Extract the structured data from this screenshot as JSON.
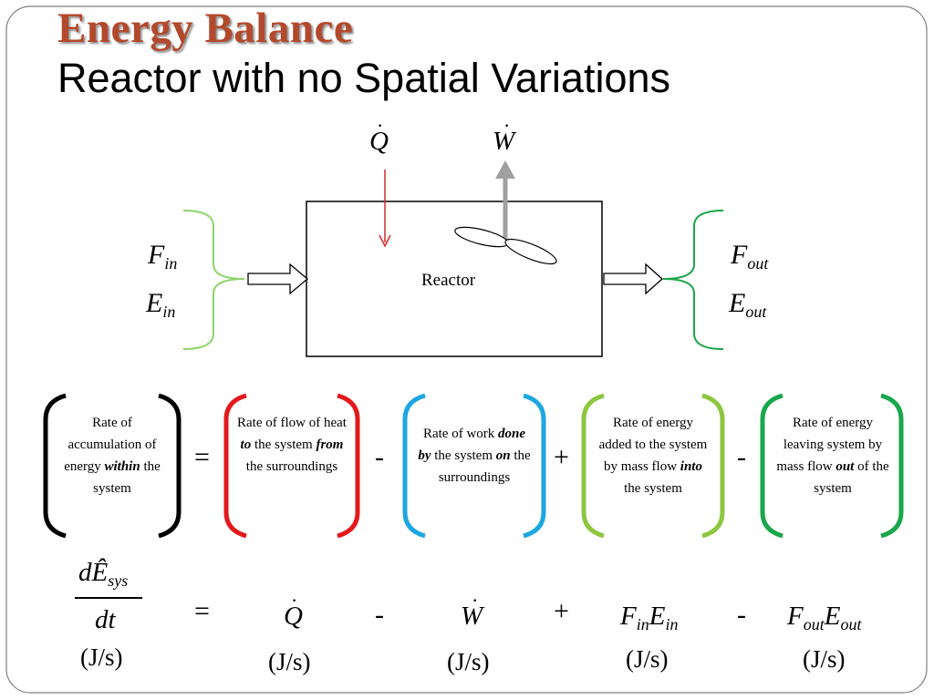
{
  "title": "Energy Balance",
  "subtitle": "Reactor with no Spatial Variations",
  "diagram": {
    "q_symbol": "Q",
    "w_symbol": "W",
    "reactor_label": "Reactor",
    "inlet": {
      "flow": "F",
      "flow_sub": "in",
      "energy": "E",
      "energy_sub": "in"
    },
    "outlet": {
      "flow": "F",
      "flow_sub": "out",
      "energy": "E",
      "energy_sub": "out"
    }
  },
  "terms": [
    {
      "pre": "Rate of accumulation of energy ",
      "em": "within",
      "post": " the system",
      "color": "#000000"
    },
    {
      "pre": "Rate of flow of heat ",
      "em": "to",
      "mid": " the system ",
      "em2": "from",
      "post": " the surroundings",
      "color": "#e3191b"
    },
    {
      "pre": "Rate of work ",
      "em": "done by",
      "mid": " the system ",
      "em2": "on",
      "post": " the surroundings",
      "color": "#1ea6e0"
    },
    {
      "pre": "Rate of energy added to the system by mass flow ",
      "em": "into",
      "post": " the system",
      "color": "#8dc63f"
    },
    {
      "pre": "Rate of energy leaving system by mass flow ",
      "em": "out",
      "post": " of the system",
      "color": "#1aa64a"
    }
  ],
  "operators": [
    "=",
    "-",
    "+",
    "-"
  ],
  "equation": {
    "lhs_num": "dÊ",
    "lhs_num_sub": "sys",
    "lhs_den": "dt",
    "eq": "=",
    "q": "Q",
    "minus1": "-",
    "w": "W",
    "plus": "+",
    "fin_f": "F",
    "fin_fsub": "in",
    "fin_e": "E",
    "fin_esub": "in",
    "minus2": "-",
    "fout_f": "F",
    "fout_fsub": "out",
    "fout_e": "E",
    "fout_esub": "out"
  },
  "units": [
    "(J/s)",
    "(J/s)",
    "(J/s)",
    "(J/s)",
    "(J/s)"
  ],
  "colors": {
    "title": "#b3492c",
    "heat_arrow": "#d42a2a",
    "work_arrow": "#a0a0a0",
    "inlet_brace": "#8dd46a",
    "outlet_brace": "#1aa64a"
  }
}
